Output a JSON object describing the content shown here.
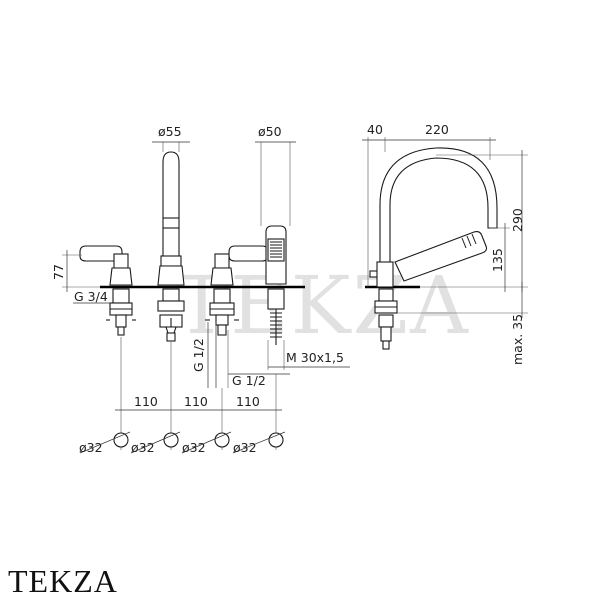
{
  "watermark": "TEKZA",
  "brand_text": "TEKZA",
  "dimensions": {
    "dia_spout": "ø55",
    "dia_shower": "ø50",
    "side_40": "40",
    "side_220": "220",
    "height_290": "290",
    "height_135": "135",
    "height_77": "77",
    "max_35": "max. 35",
    "thread_g34": "G 3/4",
    "thread_g12_v": "G 1/2",
    "thread_g12_h": "G 1/2",
    "thread_m30": "M 30x1,5",
    "spacing": [
      "110",
      "110",
      "110"
    ],
    "holes": [
      "ø32",
      "ø32",
      "ø32",
      "ø32"
    ]
  }
}
